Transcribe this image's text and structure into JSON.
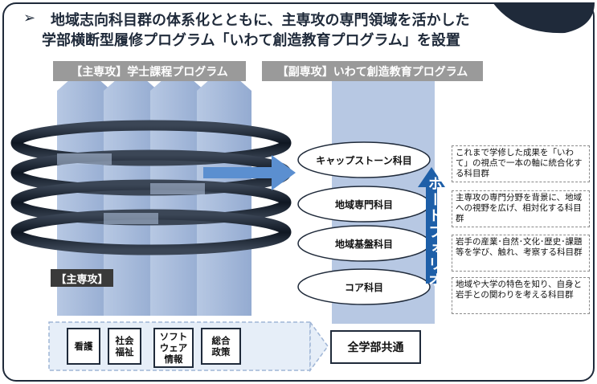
{
  "title": {
    "bullet": "➢",
    "line1": "地域志向科目群の体系化とともに、主専攻の専門領域を活かした",
    "line2": "学部横断型履修プログラム「いわて創造教育プログラム」を設置"
  },
  "left_header": "【主専攻】学士課程プログラム",
  "right_header": "【副専攻】いわて創造教育プログラム",
  "overlay_tag": "【主専攻】",
  "portfolio_label": "ポートフォリオ",
  "layers": [
    {
      "name": "キャップストーン科目",
      "desc": "これまで学修した成果を「いわて」の視点で一本の軸に統合化する科目群"
    },
    {
      "name": "地域専門科目",
      "desc": "主専攻の専門分野を背景に、地域への視野を広げ、相対化する科目群"
    },
    {
      "name": "地域基盤科目",
      "desc": "岩手の産業･自然･文化･歴史･課題等を学び、触れ、考察する科目群"
    },
    {
      "name": "コア科目",
      "desc": "地域や大学の特色を知り、自身と岩手との関わりを考える科目群"
    }
  ],
  "departments": [
    "看護",
    "社会\n福祉",
    "ソフト\nウェア\n情報",
    "総合\n政策"
  ],
  "common_label": "全学部共通",
  "colors": {
    "navy": "#1f2a3a",
    "arrow_blue": "#9fb5d6",
    "arrow_light": "#c9d7ea",
    "portfolio_blue": "#1e5fa8",
    "header_gray": "#9a9a9a"
  }
}
